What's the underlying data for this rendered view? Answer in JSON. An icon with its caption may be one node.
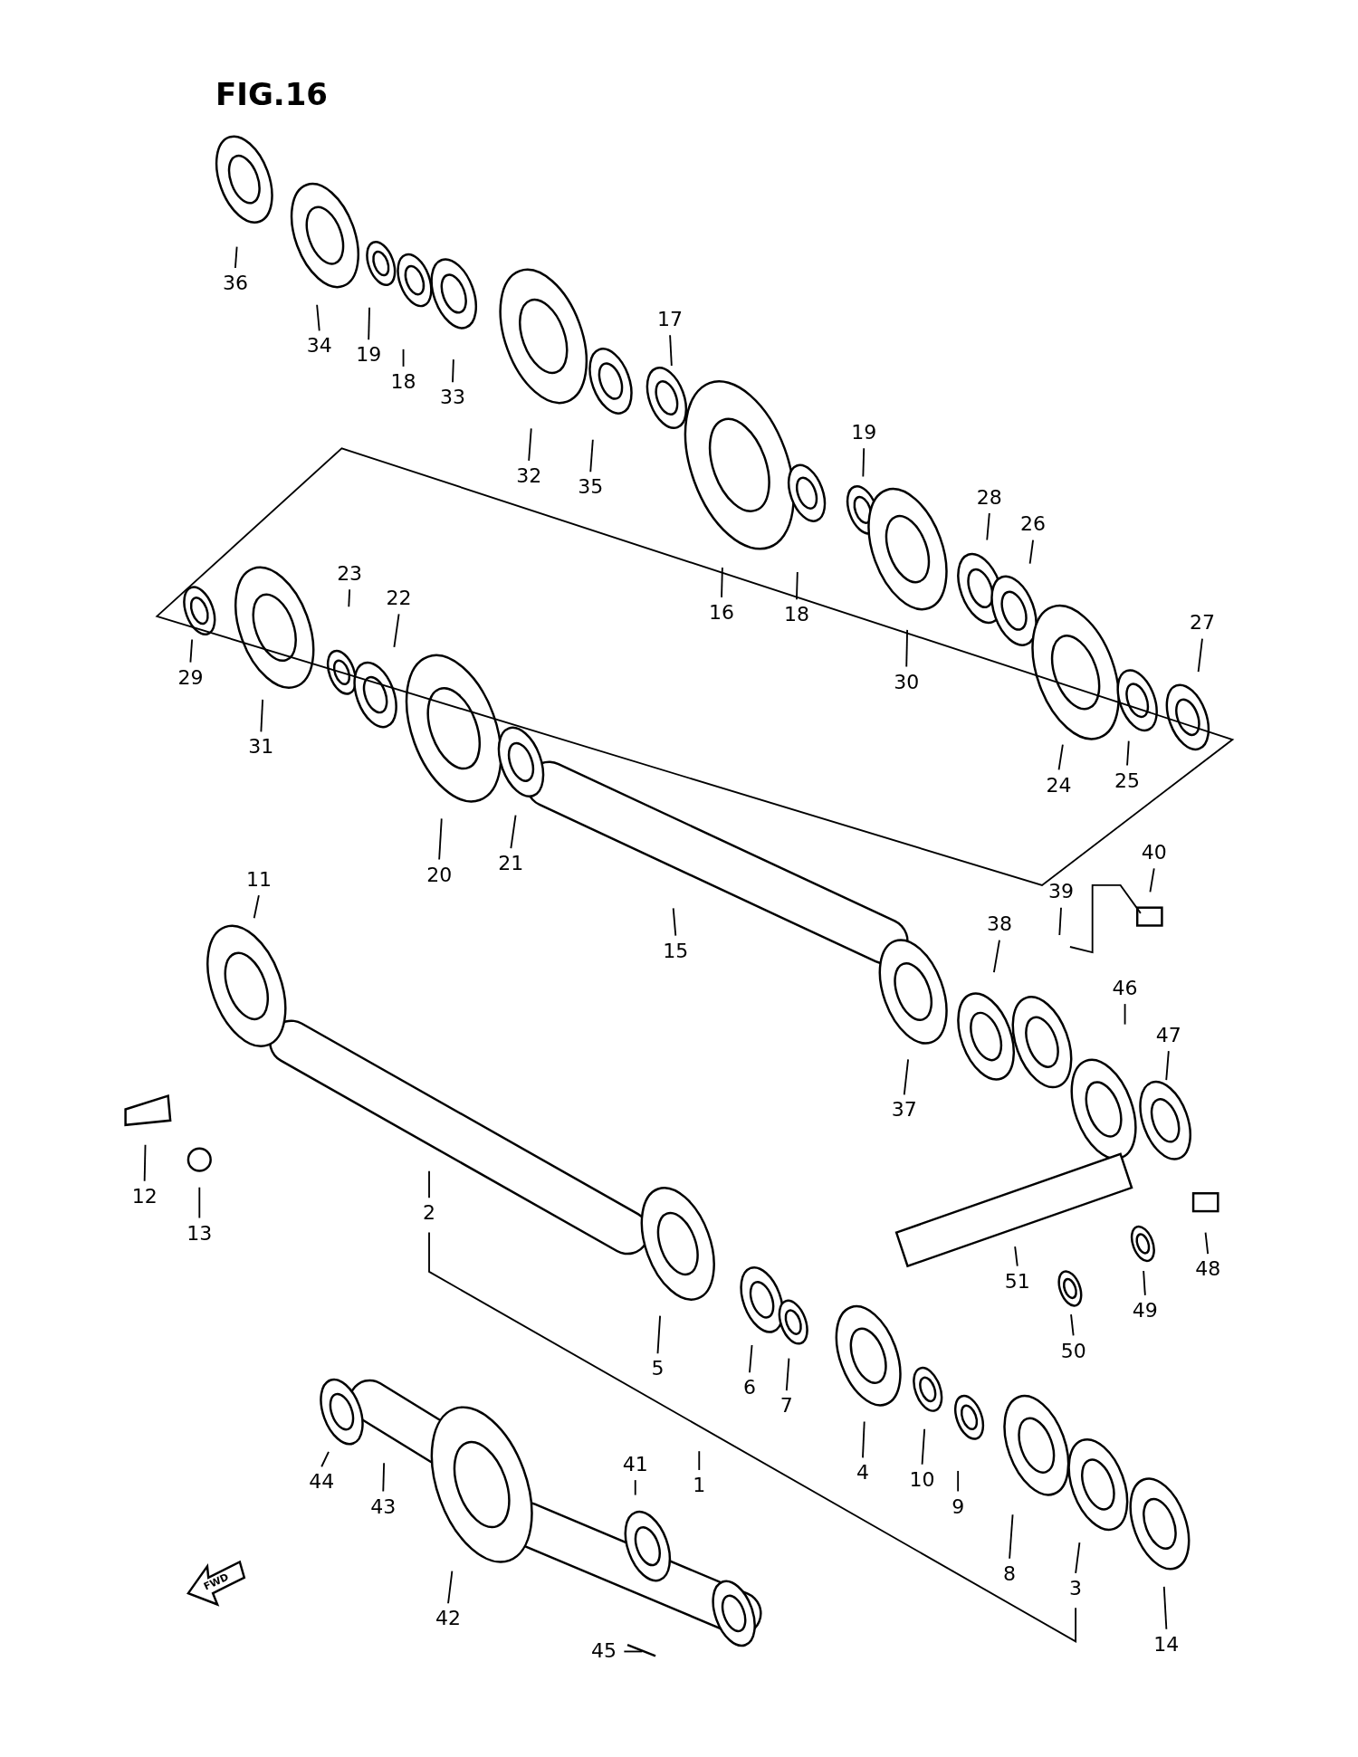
{
  "diagram": {
    "title": "FIG.16",
    "nodes": [
      {
        "text": [
          "36"
        ]
      },
      {
        "text": [
          "34"
        ]
      },
      {
        "text": [
          "19"
        ]
      },
      {
        "text": [
          "18"
        ]
      },
      {
        "text": [
          "33"
        ]
      },
      {
        "text": [
          "17"
        ]
      },
      {
        "text": [
          "32"
        ]
      },
      {
        "text": [
          "35"
        ]
      },
      {
        "text": [
          "19"
        ]
      },
      {
        "text": [
          "28"
        ]
      },
      {
        "text": [
          "26"
        ]
      },
      {
        "text": [
          "16"
        ]
      },
      {
        "text": [
          "18"
        ]
      },
      {
        "text": [
          "23"
        ]
      },
      {
        "text": [
          "22"
        ]
      },
      {
        "text": [
          "27"
        ]
      },
      {
        "text": [
          "29"
        ]
      },
      {
        "text": [
          "30"
        ]
      },
      {
        "text": [
          "31"
        ]
      },
      {
        "text": [
          "25"
        ]
      },
      {
        "text": [
          "24"
        ]
      },
      {
        "text": [
          "40"
        ]
      },
      {
        "text": [
          "21"
        ]
      },
      {
        "text": [
          "20"
        ]
      },
      {
        "text": [
          "11"
        ]
      },
      {
        "text": [
          "39"
        ]
      },
      {
        "text": [
          "38"
        ]
      },
      {
        "text": [
          "15"
        ]
      },
      {
        "text": [
          "46"
        ]
      },
      {
        "text": [
          "47"
        ]
      },
      {
        "text": [
          "37"
        ]
      },
      {
        "text": [
          "12"
        ]
      },
      {
        "text": [
          "2"
        ]
      },
      {
        "text": [
          "13"
        ]
      },
      {
        "text": [
          "48"
        ]
      },
      {
        "text": [
          "51"
        ]
      },
      {
        "text": [
          "49"
        ]
      },
      {
        "text": [
          "50"
        ]
      },
      {
        "text": [
          "5"
        ]
      },
      {
        "text": [
          "6"
        ]
      },
      {
        "text": [
          "7"
        ]
      },
      {
        "text": [
          "41"
        ]
      },
      {
        "text": [
          "4"
        ]
      },
      {
        "text": [
          "10"
        ]
      },
      {
        "text": [
          "44"
        ]
      },
      {
        "text": [
          "1"
        ]
      },
      {
        "text": [
          "43"
        ]
      },
      {
        "text": [
          "9"
        ]
      },
      {
        "text": [
          "8"
        ]
      },
      {
        "text": [
          "3"
        ]
      },
      {
        "text": [
          "42"
        ]
      },
      {
        "text": [
          "14"
        ]
      },
      {
        "text": [
          "45"
        ]
      }
    ],
    "edges": [
      {
        "from": 0,
        "to": null,
        "arrow": "none"
      },
      {
        "from": 1,
        "to": null,
        "arrow": "none"
      },
      {
        "from": 2,
        "to": null,
        "arrow": "none"
      },
      {
        "from": 3,
        "to": null,
        "arrow": "none"
      },
      {
        "from": 4,
        "to": null,
        "arrow": "none"
      },
      {
        "from": 5,
        "to": null,
        "arrow": "none"
      },
      {
        "from": 6,
        "to": null,
        "arrow": "none"
      },
      {
        "from": 7,
        "to": null,
        "arrow": "none"
      },
      {
        "from": 8,
        "to": null,
        "arrow": "none"
      },
      {
        "from": 9,
        "to": null,
        "arrow": "none"
      },
      {
        "from": 10,
        "to": null,
        "arrow": "none"
      },
      {
        "from": 11,
        "to": null,
        "arrow": "none"
      },
      {
        "from": 12,
        "to": null,
        "arrow": "none"
      },
      {
        "from": 13,
        "to": null,
        "arrow": "none"
      },
      {
        "from": 14,
        "to": null,
        "arrow": "none"
      },
      {
        "from": 15,
        "to": null,
        "arrow": "none"
      },
      {
        "from": 16,
        "to": null,
        "arrow": "none"
      },
      {
        "from": 17,
        "to": null,
        "arrow": "none"
      },
      {
        "from": 18,
        "to": null,
        "arrow": "none"
      },
      {
        "from": 19,
        "to": null,
        "arrow": "none"
      },
      {
        "from": 20,
        "to": null,
        "arrow": "none"
      },
      {
        "from": 21,
        "to": null,
        "arrow": "none"
      },
      {
        "from": 22,
        "to": null,
        "arrow": "none"
      },
      {
        "from": 23,
        "to": null,
        "arrow": "none"
      },
      {
        "from": 24,
        "to": null,
        "arrow": "none"
      },
      {
        "from": 25,
        "to": null,
        "arrow": "none"
      },
      {
        "from": 26,
        "to": null,
        "arrow": "none"
      },
      {
        "from": 27,
        "to": null,
        "arrow": "none"
      },
      {
        "from": 28,
        "to": null,
        "arrow": "none"
      },
      {
        "from": 29,
        "to": null,
        "arrow": "none"
      },
      {
        "from": 30,
        "to": null,
        "arrow": "none"
      },
      {
        "from": 31,
        "to": null,
        "arrow": "none"
      },
      {
        "from": 32,
        "to": null,
        "arrow": "none"
      },
      {
        "from": 33,
        "to": null,
        "arrow": "none"
      },
      {
        "from": 34,
        "to": null,
        "arrow": "none"
      },
      {
        "from": 35,
        "to": null,
        "arrow": "none"
      },
      {
        "from": 36,
        "to": null,
        "arrow": "none"
      },
      {
        "from": 37,
        "to": null,
        "arrow": "none"
      },
      {
        "from": 38,
        "to": null,
        "arrow": "none"
      },
      {
        "from": 39,
        "to": null,
        "arrow": "none"
      },
      {
        "from": 40,
        "to": null,
        "arrow": "none"
      },
      {
        "from": 41,
        "to": null,
        "arrow": "none"
      },
      {
        "from": 42,
        "to": null,
        "arrow": "none"
      },
      {
        "from": 43,
        "to": null,
        "arrow": "none"
      },
      {
        "from": 44,
        "to": null,
        "arrow": "none"
      },
      {
        "from": 45,
        "to": null,
        "arrow": "none"
      },
      {
        "from": 46,
        "to": null,
        "arrow": "none"
      },
      {
        "from": 47,
        "to": null,
        "arrow": "none"
      },
      {
        "from": 48,
        "to": null,
        "arrow": "none"
      },
      {
        "from": 49,
        "to": null,
        "arrow": "none"
      },
      {
        "from": 50,
        "to": null,
        "arrow": "none"
      },
      {
        "from": 51,
        "to": null,
        "arrow": "none"
      },
      {
        "from": 52,
        "to": null,
        "arrow": "none"
      }
    ],
    "labels": [
      "FWD"
    ]
  }
}
